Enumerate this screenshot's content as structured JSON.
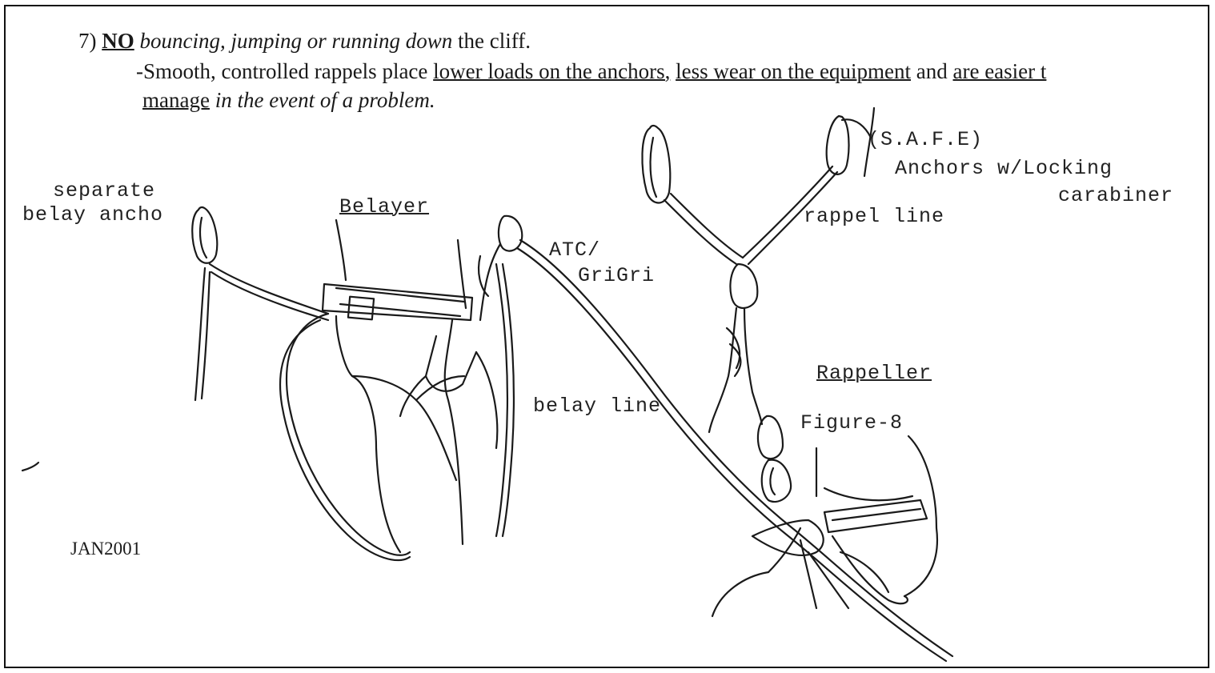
{
  "rule": {
    "number": "7)",
    "no": "NO",
    "italic": "bouncing, jumping or running down",
    "rest": "the cliff."
  },
  "explanation": {
    "prefix": "-Smooth, controlled rappels place",
    "u1": "lower loads on the anchors,",
    "u2": "less wear on the equipment",
    "and": "and",
    "u3": "are easier t",
    "u4": "manage",
    "italic_end": "in the event of a problem."
  },
  "labels": {
    "separate": "separate",
    "belay_anchor": "belay ancho",
    "belayer": "Belayer",
    "atc": "ATC/",
    "grigri": "GriGri",
    "belay_line": "belay line",
    "safe": "(S.A.F.E)",
    "anchors": "Anchors w/Locking",
    "carabiner": "carabiner",
    "rappel_line": "rappel line",
    "rappeller": "Rappeller",
    "figure8": "Figure-8"
  },
  "date": "JAN2001"
}
